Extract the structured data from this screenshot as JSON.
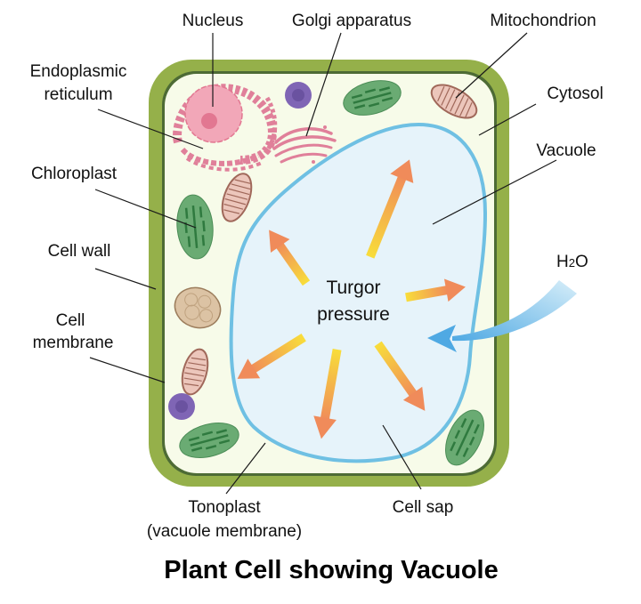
{
  "title": "Plant Cell showing Vacuole",
  "labels": {
    "nucleus": "Nucleus",
    "golgi": "Golgi apparatus",
    "mitochondrion": "Mitochondrion",
    "er_line1": "Endoplasmic",
    "er_line2": "reticulum",
    "cytosol": "Cytosol",
    "vacuole": "Vacuole",
    "chloroplast": "Chloroplast",
    "cell_wall": "Cell wall",
    "membrane_line1": "Cell",
    "membrane_line2": "membrane",
    "water_h": "H",
    "water_sub": "2",
    "water_o": "O",
    "turgor_line1": "Turgor",
    "turgor_line2": "pressure",
    "tonoplast_line1": "Tonoplast",
    "tonoplast_line2": "(vacuole membrane)",
    "cell_sap": "Cell sap"
  },
  "colors": {
    "cell_wall": "#95b04a",
    "cell_wall_inner": "#4d6b35",
    "cytosol": "#f7fbe9",
    "vacuole_fill": "#e6f3fa",
    "tonoplast": "#6fc0e3",
    "nucleus": "#f2a7b8",
    "nucleolus": "#e27791",
    "er": "#e0809a",
    "chloroplast": "#6aab73",
    "thylakoid": "#2f7a3f",
    "mitochondrion": "#ecc6bb",
    "mito_stroke": "#a0685a",
    "vesicle": "#7f65b5",
    "arrow_start": "#f8dd3a",
    "arrow_end": "#f08b5a",
    "water_arrow": "#5bb3e6"
  }
}
